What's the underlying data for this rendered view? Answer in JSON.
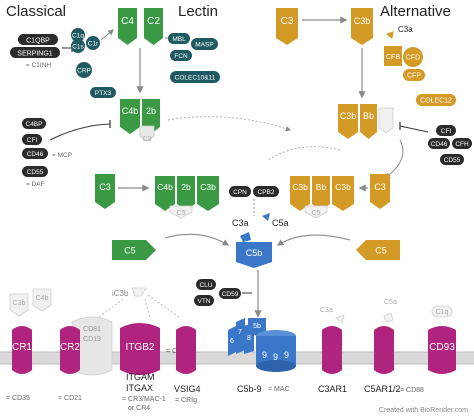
{
  "headers": {
    "classical": "Classical",
    "lectin": "Lectin",
    "alternative": "Alternative"
  },
  "classical": {
    "c1qbp": "C1QBP",
    "serping1": "SERPING1",
    "c1inh": "= C1INH",
    "c1q": "C1q",
    "c1s": "C1s",
    "c1r": "C1r",
    "crp": "CRP",
    "ptx3": "PTX3",
    "c4bp": "C4BP",
    "cfi": "CFI",
    "cd46": "CD46",
    "mcp": "= MCP",
    "cd55": "CD55",
    "daf": "= DAF"
  },
  "lectin": {
    "mbl": "MBL",
    "masp": "MASP",
    "fcn": "FCN",
    "colec": "COLEC10&11"
  },
  "alternative": {
    "cfb": "CFB",
    "cfd": "CFD",
    "cfp": "CFP",
    "colec12": "COLEC12",
    "cfi": "CFI",
    "cd46": "CD46",
    "cfh": "CFH",
    "cd55": "CD55"
  },
  "components": {
    "c4": "C4",
    "c2": "C2",
    "c4b": "C4b",
    "b2": "2b",
    "c3": "C3",
    "c3b": "C3b",
    "c3a": "C3a",
    "bb": "Bb",
    "c5": "C5",
    "c5b": "C5b",
    "c5a": "C5a",
    "cpn": "CPN",
    "cpb2": "CPB2",
    "clu": "CLU",
    "vtn": "VTN",
    "cd59": "CD59",
    "ic3b": "iC3b",
    "c3d_top": "C3b",
    "c4b_top": "C4b",
    "mac_6": "6",
    "mac_7": "7",
    "mac_8": "8",
    "mac_5b": "5b",
    "mac_9": "9"
  },
  "receptors": {
    "cr1": "CR1",
    "cr1_alias": "= CD35",
    "cr2": "CR2",
    "cr2_alias": "= CD21",
    "cd81": "CD81",
    "cd19": "CD19",
    "itgb2": "ITGB2",
    "cd18": "= CD18",
    "itgam": "ITGAM",
    "itgax": "ITGAX",
    "itgam_alias1": "= CR3/MAC-1",
    "itgam_alias2": "or CR4",
    "vsig4": "VSIG4",
    "vsig4_alias": "= CRIg",
    "c5b9": "C5b-9",
    "mac": "= MAC",
    "c3ar1": "C3AR1",
    "c5ar": "C5AR1/2",
    "cd88": "= CD88",
    "cd93": "CD93",
    "c1q": "C1q"
  },
  "footer": {
    "credit": "Created with BioRender.com"
  },
  "colors": {
    "green": "#3a9a43",
    "gold": "#d49a26",
    "blue": "#3a77c8",
    "magenta": "#b0237f",
    "teal": "#1f5a63",
    "dark": "#2b2b2b",
    "grey": "#c8c8c8"
  }
}
